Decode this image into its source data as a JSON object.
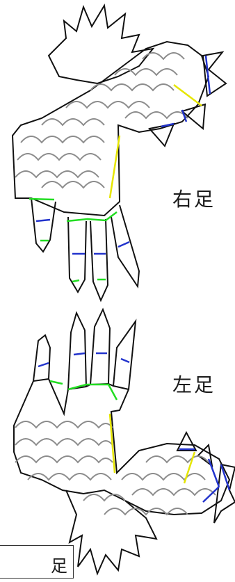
{
  "labels": {
    "right_foot": "右足",
    "left_foot": "左足",
    "corner_tag": "足"
  },
  "colors": {
    "outline": "#111111",
    "scales": "#8c8c8c",
    "yellow_line": "#e6e600",
    "green_line": "#22dd22",
    "blue_line": "#2233cc"
  }
}
